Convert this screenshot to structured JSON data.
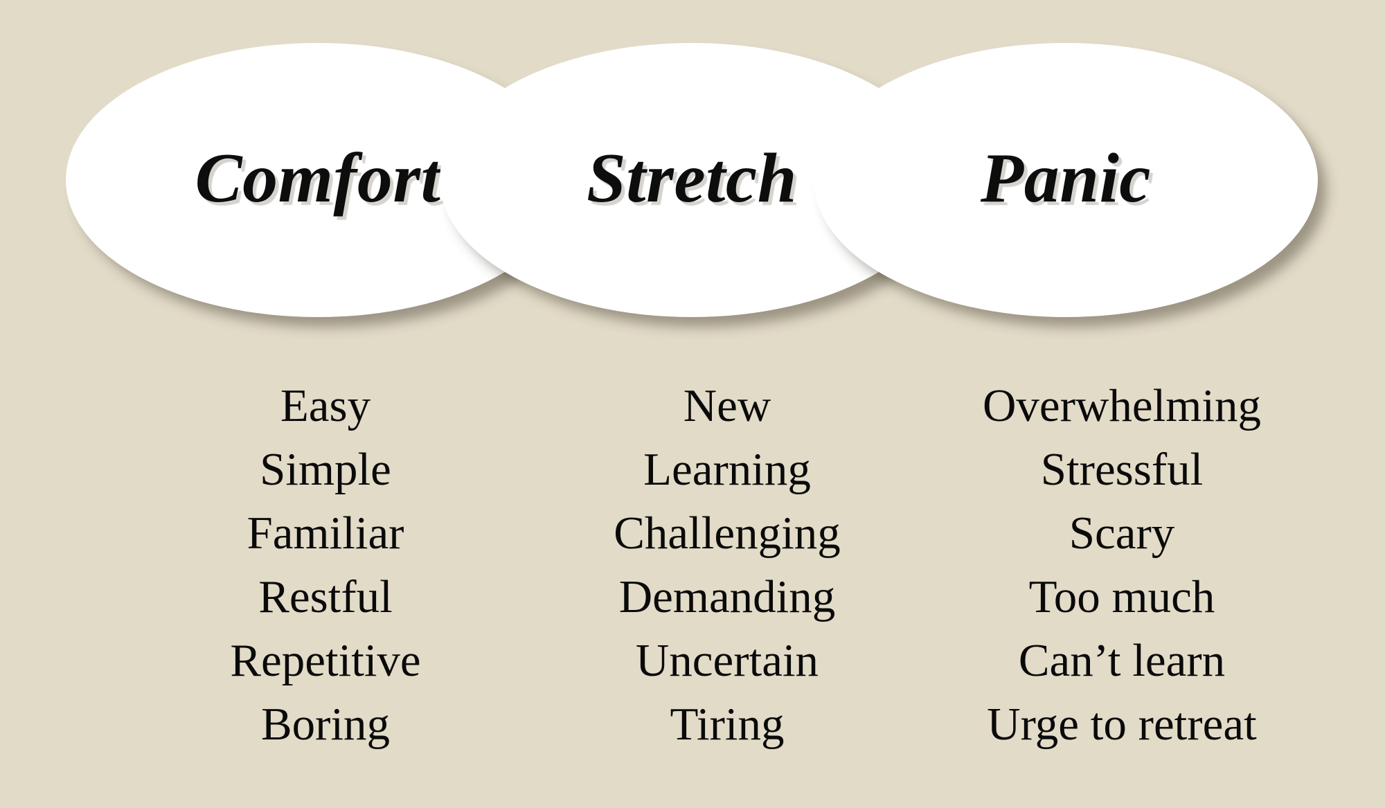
{
  "slide": {
    "background_color": "#e2dbc8",
    "ellipse_fill_color": "#ffffff",
    "text_color": "#0a0a0a"
  },
  "zones": [
    {
      "id": "comfort",
      "title": "Comfort",
      "words": [
        "Easy",
        "Simple",
        "Familiar",
        "Restful",
        "Repetitive",
        "Boring"
      ]
    },
    {
      "id": "stretch",
      "title": "Stretch",
      "words": [
        "New",
        "Learning",
        "Challenging",
        "Demanding",
        "Uncertain",
        "Tiring"
      ]
    },
    {
      "id": "panic",
      "title": "Panic",
      "words": [
        "Overwhelming",
        "Stressful",
        "Scary",
        "Too much",
        "Can’t learn",
        "Urge to retreat"
      ]
    }
  ]
}
